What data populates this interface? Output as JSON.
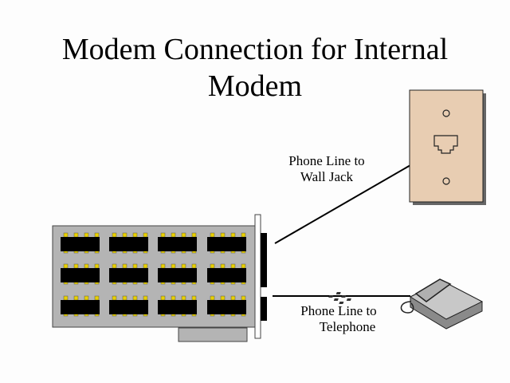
{
  "slide": {
    "title_line1": "Modem Connection for Internal",
    "title_line2": "Modem"
  },
  "labels": {
    "wall_jack_line1": "Phone Line to",
    "wall_jack_line2": "Wall Jack",
    "telephone_line1": "Phone Line to",
    "telephone_line2": "Telephone"
  },
  "colors": {
    "card": "#b4b4b4",
    "chip": "#000000",
    "pin": "#e8d000",
    "wall_plate": "#e8cdb2"
  }
}
